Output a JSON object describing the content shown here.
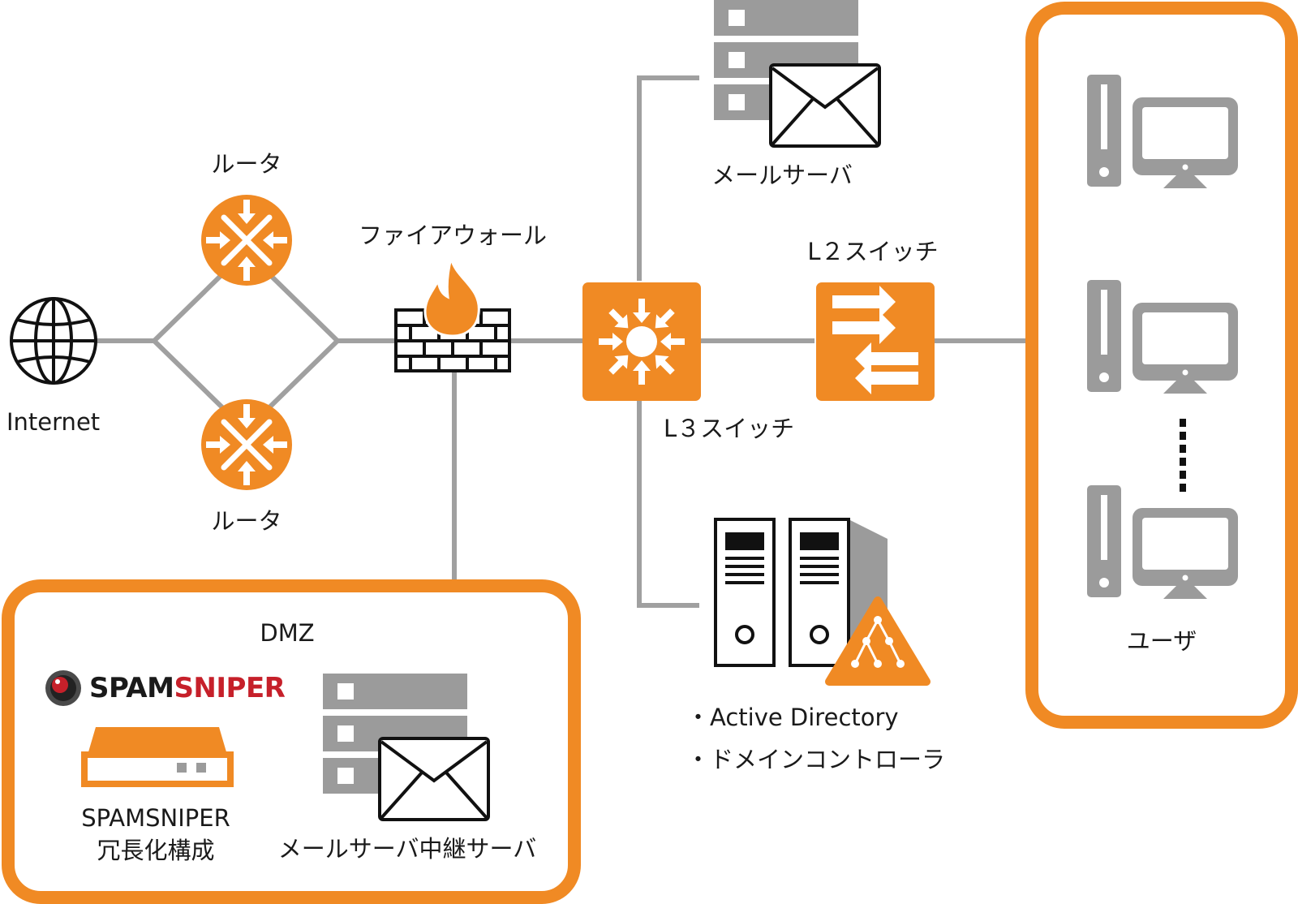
{
  "colors": {
    "accent": "#f08a24",
    "line": "#a0a0a0",
    "device_gray": "#9b9b9b",
    "logo_red": "#c6202a",
    "text": "#1a1a1a"
  },
  "nodes": {
    "internet": {
      "label": "Internet",
      "icon": "globe-icon"
    },
    "router_top": {
      "label": "ルータ",
      "icon": "router-icon"
    },
    "router_bottom": {
      "label": "ルータ",
      "icon": "router-icon"
    },
    "firewall": {
      "label": "ファイアウォール",
      "icon": "firewall-icon"
    },
    "l3_switch": {
      "label": "L３スイッチ",
      "icon": "l3-switch-icon"
    },
    "l2_switch": {
      "label": "L２スイッチ",
      "icon": "l2-switch-icon"
    },
    "mail_server": {
      "label": "メールサーバ",
      "icon": "mail-server-icon"
    },
    "directory": {
      "icon": "directory-server-icon",
      "items": [
        "・Active Directory",
        "・ドメインコントローラ"
      ]
    },
    "users": {
      "label": "ユーザ",
      "icon": "desktop-pc-icon",
      "count_shown": 3
    }
  },
  "dmz": {
    "label": "DMZ",
    "logo": {
      "part1": "SPAM",
      "part2": "SNIPER"
    },
    "appliance_label_line1": "SPAMSNIPER",
    "appliance_label_line2": "冗長化構成",
    "relay_server_label": "メールサーバ中継サーバ"
  }
}
